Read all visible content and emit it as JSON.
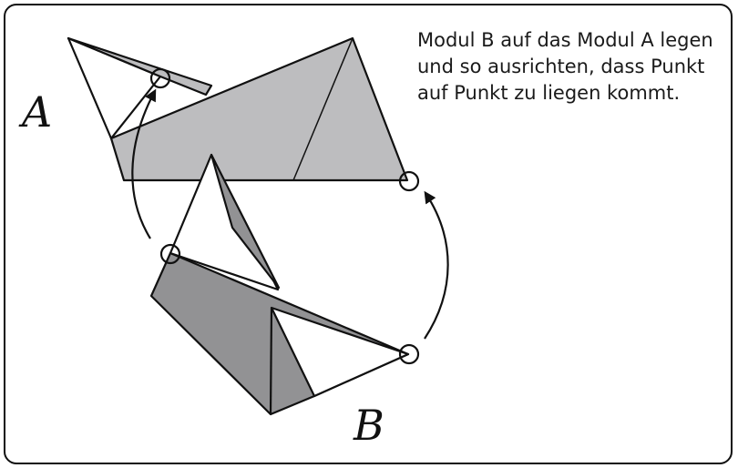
{
  "instruction": {
    "lines": [
      "Modul B auf das Modul A legen",
      "und so ausrichten, dass Punkt",
      "auf Punkt zu liegen kommt."
    ]
  },
  "modules": {
    "a": {
      "label": "A",
      "fill": "#bdbdbf"
    },
    "b": {
      "label": "B",
      "fill": "#929294"
    }
  },
  "colors": {
    "stroke": "#111111",
    "paper": "#ffffff"
  }
}
